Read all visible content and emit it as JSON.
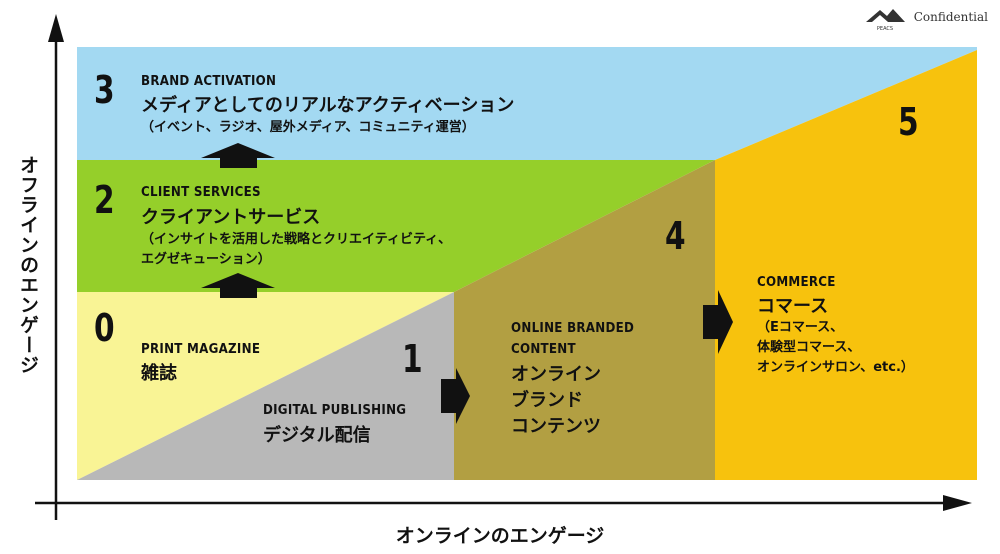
{
  "header": {
    "logo_text": "PEACS",
    "confidential": "Confidential"
  },
  "axes": {
    "y_label": "オフラインのエンゲージ",
    "x_label": "オンラインのエンゲージ"
  },
  "colors": {
    "blue": "#a3d9f2",
    "green": "#95cf2a",
    "light_yellow": "#f9f495",
    "gray": "#b8b8b8",
    "olive": "#b29f42",
    "gold": "#f7c20d"
  },
  "zones": {
    "z3": {
      "number": "3",
      "en": "BRAND ACTIVATION",
      "jp": "メディアとしてのリアルなアクティベーション",
      "sub": "（イベント、ラジオ、屋外メディア、コミュニティ運営）"
    },
    "z2": {
      "number": "2",
      "en": "CLIENT SERVICES",
      "jp": "クライアントサービス",
      "sub1": "（インサイトを活用した戦略とクリエイティビティ、",
      "sub2": "エグゼキューション）"
    },
    "z0": {
      "number": "0",
      "en": "PRINT MAGAZINE",
      "jp": "雑誌"
    },
    "z1": {
      "number": "1",
      "en": "DIGITAL PUBLISHING",
      "jp": "デジタル配信"
    },
    "z4": {
      "number": "4",
      "en1": "ONLINE BRANDED",
      "en2": "CONTENT",
      "jp1": "オンライン",
      "jp2": "ブランド",
      "jp3": "コンテンツ"
    },
    "z5": {
      "number": "5",
      "en": "COMMERCE",
      "jp": "コマース",
      "sub1": "（Eコマース、",
      "sub2": "体験型コマース、",
      "sub3": "オンラインサロン、etc.）"
    }
  }
}
